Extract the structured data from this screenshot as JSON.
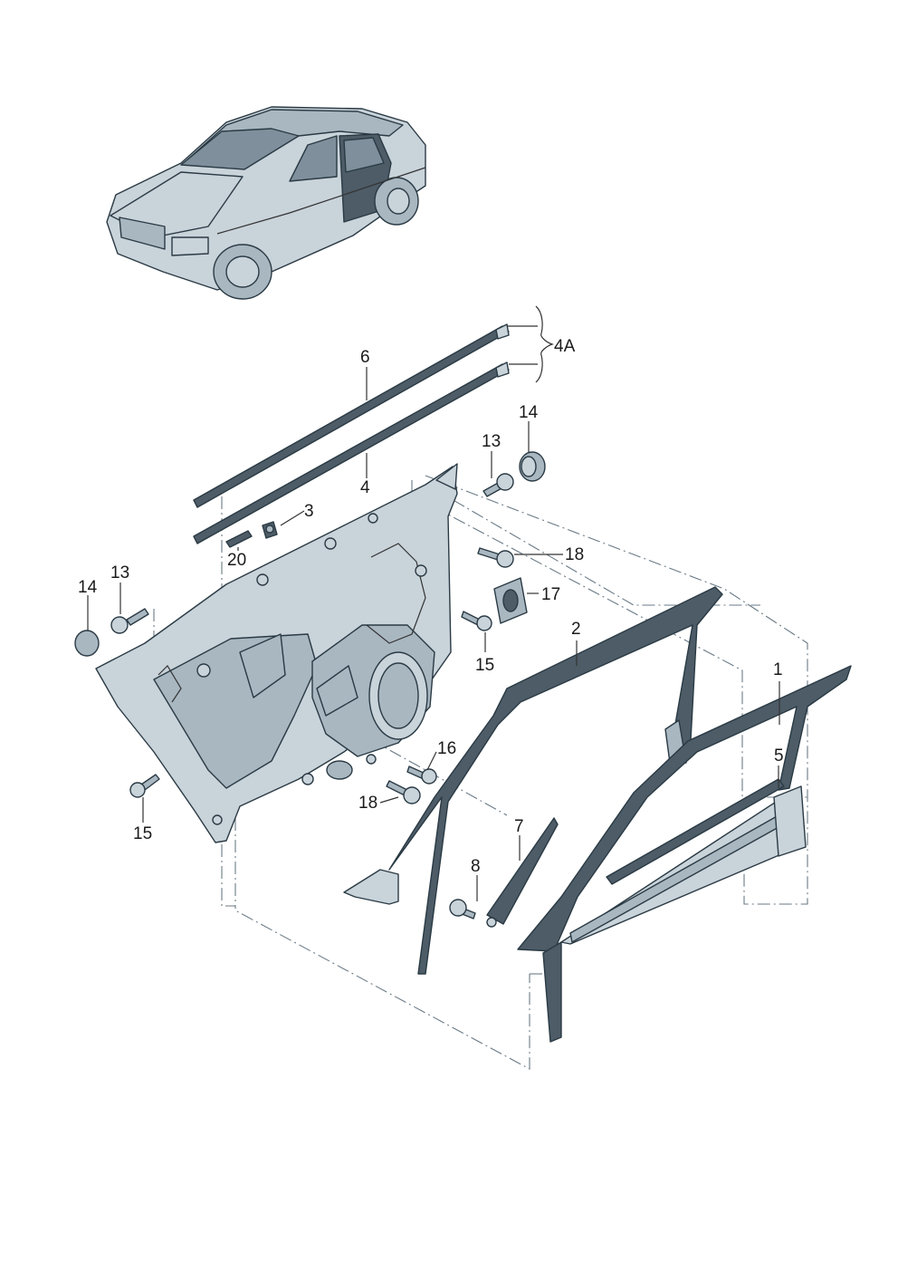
{
  "colors": {
    "part_fill": "#c9d3da",
    "part_shade": "#a9b7c1",
    "seal_dark": "#4d5c67",
    "outline": "#2a3a44",
    "dash_line": "#6a7a86"
  },
  "callouts": {
    "c1": "1",
    "c2": "2",
    "c3": "3",
    "c4": "4",
    "c4a": "4A",
    "c5": "5",
    "c6": "6",
    "c7": "7",
    "c8": "8",
    "c13a": "13",
    "c13b": "13",
    "c14a": "14",
    "c14b": "14",
    "c15a": "15",
    "c15b": "15",
    "c16": "16",
    "c17": "17",
    "c18a": "18",
    "c18b": "18",
    "c20": "20"
  }
}
